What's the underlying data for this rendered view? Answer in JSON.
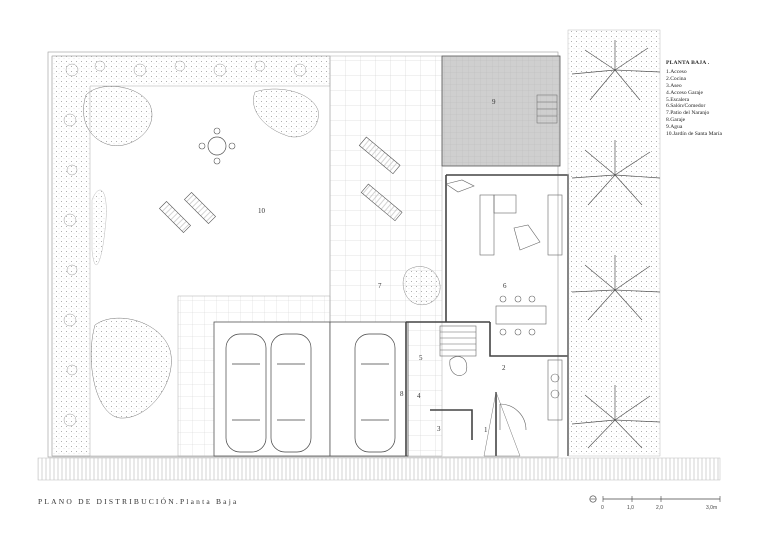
{
  "legend": {
    "title": "PLANTA BAJA .",
    "items": [
      "1.Acceso",
      "2.Cocina",
      "3.Aseo",
      "4.Acceso Garaje",
      "5.Escalera",
      "6.Salón/Comedor",
      "7.Patio del Naranjo",
      "8.Garaje",
      "9.Agua",
      "10.Jardín de Santa María"
    ]
  },
  "plan_title": "PLANO DE DISTRIBUCIÓN.Planta Baja",
  "room_numbers": [
    "1",
    "2",
    "3",
    "4",
    "5",
    "6",
    "7",
    "8",
    "9",
    "10"
  ],
  "scale": {
    "ticks": [
      "0",
      "1,0",
      "2,0",
      "3,0m"
    ]
  },
  "colors": {
    "line": "#555555",
    "pool": "#c9c9c9",
    "vegetation": "#888888",
    "background": "#ffffff"
  }
}
